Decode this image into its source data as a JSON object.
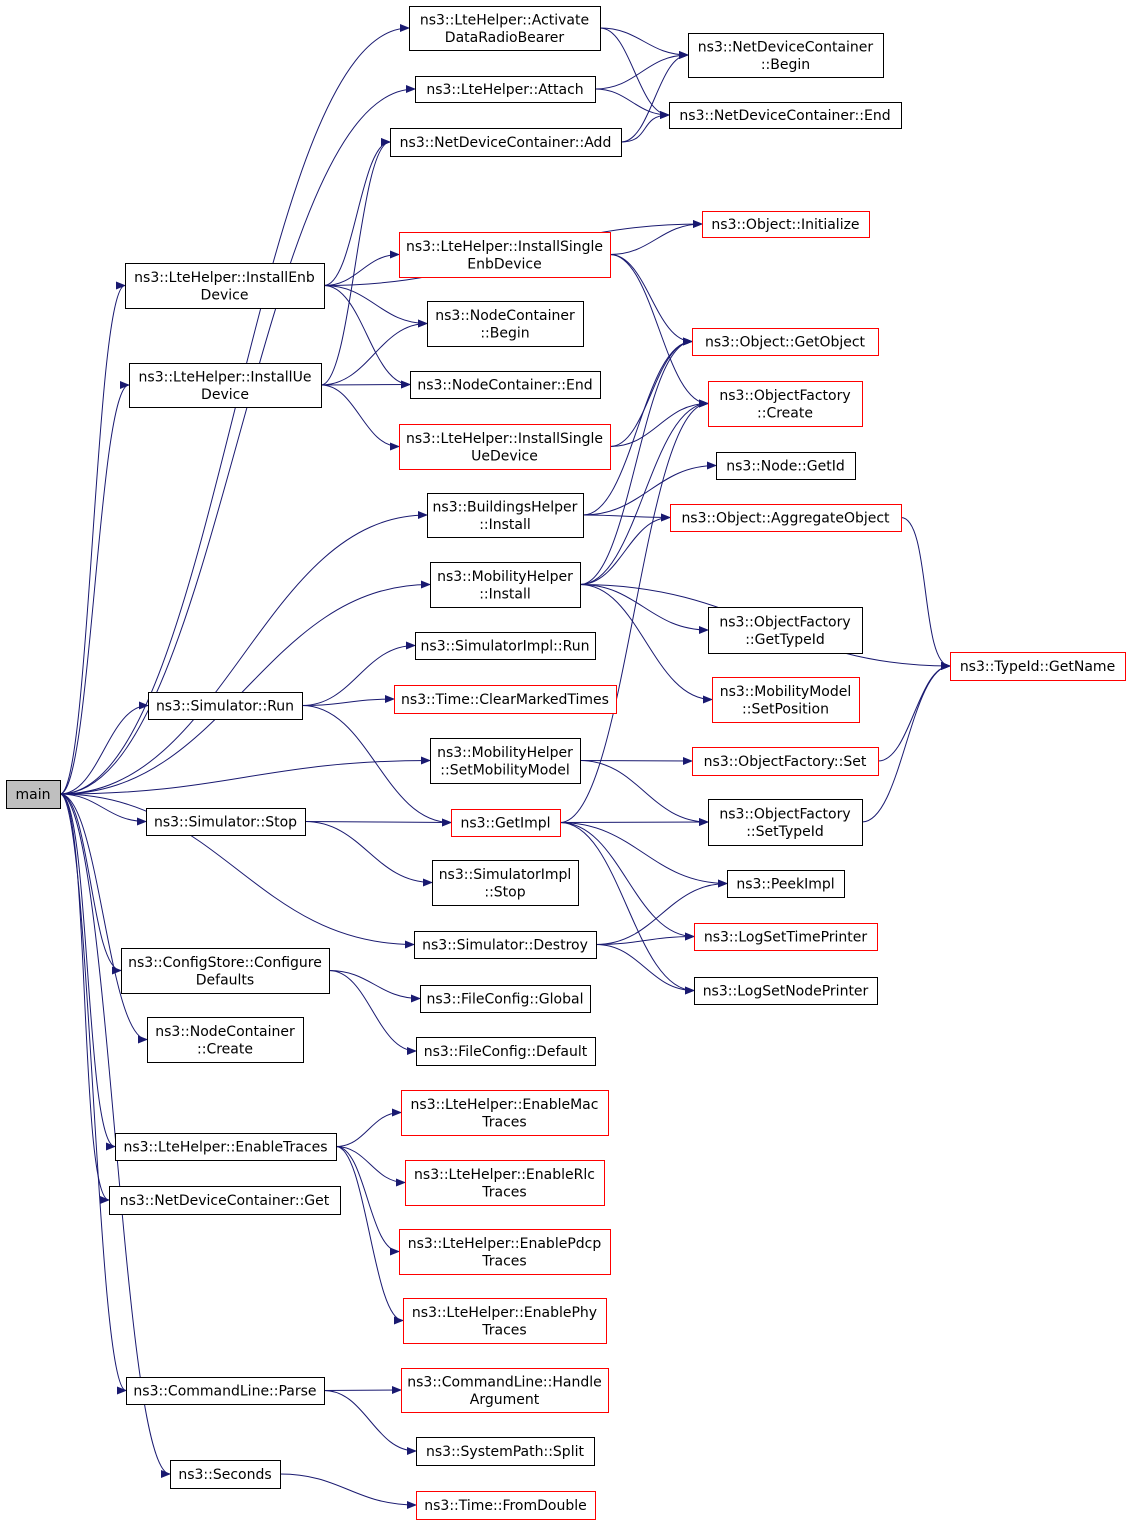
{
  "nodes": [
    {
      "id": "main",
      "lines": [
        "main"
      ],
      "style": "root"
    },
    {
      "id": "activate_drb",
      "lines": [
        "ns3::LteHelper::Activate",
        "DataRadioBearer"
      ],
      "style": "black"
    },
    {
      "id": "ndc_begin",
      "lines": [
        "ns3::NetDeviceContainer",
        "::Begin"
      ],
      "style": "black"
    },
    {
      "id": "lte_attach",
      "lines": [
        "ns3::LteHelper::Attach"
      ],
      "style": "black"
    },
    {
      "id": "ndc_end",
      "lines": [
        "ns3::NetDeviceContainer::End"
      ],
      "style": "black"
    },
    {
      "id": "ndc_add",
      "lines": [
        "ns3::NetDeviceContainer::Add"
      ],
      "style": "black"
    },
    {
      "id": "obj_init",
      "lines": [
        "ns3::Object::Initialize"
      ],
      "style": "red"
    },
    {
      "id": "install_single_enb",
      "lines": [
        "ns3::LteHelper::InstallSingle",
        "EnbDevice"
      ],
      "style": "red"
    },
    {
      "id": "install_enb",
      "lines": [
        "ns3::LteHelper::InstallEnb",
        "Device"
      ],
      "style": "black"
    },
    {
      "id": "nc_begin",
      "lines": [
        "ns3::NodeContainer",
        "::Begin"
      ],
      "style": "black"
    },
    {
      "id": "obj_getobject",
      "lines": [
        "ns3::Object::GetObject"
      ],
      "style": "red"
    },
    {
      "id": "install_ue",
      "lines": [
        "ns3::LteHelper::InstallUe",
        "Device"
      ],
      "style": "black"
    },
    {
      "id": "nc_end",
      "lines": [
        "ns3::NodeContainer::End"
      ],
      "style": "black"
    },
    {
      "id": "of_create",
      "lines": [
        "ns3::ObjectFactory",
        "::Create"
      ],
      "style": "red"
    },
    {
      "id": "install_single_ue",
      "lines": [
        "ns3::LteHelper::InstallSingle",
        "UeDevice"
      ],
      "style": "red"
    },
    {
      "id": "node_getid",
      "lines": [
        "ns3::Node::GetId"
      ],
      "style": "black"
    },
    {
      "id": "bh_install",
      "lines": [
        "ns3::BuildingsHelper",
        "::Install"
      ],
      "style": "black"
    },
    {
      "id": "obj_aggregate",
      "lines": [
        "ns3::Object::AggregateObject"
      ],
      "style": "red"
    },
    {
      "id": "mh_install",
      "lines": [
        "ns3::MobilityHelper",
        "::Install"
      ],
      "style": "black"
    },
    {
      "id": "of_gettypeid",
      "lines": [
        "ns3::ObjectFactory",
        "::GetTypeId"
      ],
      "style": "black"
    },
    {
      "id": "typeid_getname",
      "lines": [
        "ns3::TypeId::GetName"
      ],
      "style": "red"
    },
    {
      "id": "simimpl_run",
      "lines": [
        "ns3::SimulatorImpl::Run"
      ],
      "style": "black"
    },
    {
      "id": "sim_run",
      "lines": [
        "ns3::Simulator::Run"
      ],
      "style": "black"
    },
    {
      "id": "time_clear",
      "lines": [
        "ns3::Time::ClearMarkedTimes"
      ],
      "style": "red"
    },
    {
      "id": "mm_setpos",
      "lines": [
        "ns3::MobilityModel",
        "::SetPosition"
      ],
      "style": "red"
    },
    {
      "id": "mh_setmm",
      "lines": [
        "ns3::MobilityHelper",
        "::SetMobilityModel"
      ],
      "style": "black"
    },
    {
      "id": "of_set",
      "lines": [
        "ns3::ObjectFactory::Set"
      ],
      "style": "red"
    },
    {
      "id": "sim_stop",
      "lines": [
        "ns3::Simulator::Stop"
      ],
      "style": "black"
    },
    {
      "id": "getimpl",
      "lines": [
        "ns3::GetImpl"
      ],
      "style": "red"
    },
    {
      "id": "of_settypeid",
      "lines": [
        "ns3::ObjectFactory",
        "::SetTypeId"
      ],
      "style": "black"
    },
    {
      "id": "simimpl_stop",
      "lines": [
        "ns3::SimulatorImpl",
        "::Stop"
      ],
      "style": "black"
    },
    {
      "id": "peekimpl",
      "lines": [
        "ns3::PeekImpl"
      ],
      "style": "black"
    },
    {
      "id": "sim_destroy",
      "lines": [
        "ns3::Simulator::Destroy"
      ],
      "style": "black"
    },
    {
      "id": "log_timeprinter",
      "lines": [
        "ns3::LogSetTimePrinter"
      ],
      "style": "red"
    },
    {
      "id": "cs_configure",
      "lines": [
        "ns3::ConfigStore::Configure",
        "Defaults"
      ],
      "style": "black"
    },
    {
      "id": "log_nodeprinter",
      "lines": [
        "ns3::LogSetNodePrinter"
      ],
      "style": "black"
    },
    {
      "id": "fc_global",
      "lines": [
        "ns3::FileConfig::Global"
      ],
      "style": "black"
    },
    {
      "id": "nc_create",
      "lines": [
        "ns3::NodeContainer",
        "::Create"
      ],
      "style": "black"
    },
    {
      "id": "fc_default",
      "lines": [
        "ns3::FileConfig::Default"
      ],
      "style": "black"
    },
    {
      "id": "en_mac",
      "lines": [
        "ns3::LteHelper::EnableMac",
        "Traces"
      ],
      "style": "red"
    },
    {
      "id": "enable_traces",
      "lines": [
        "ns3::LteHelper::EnableTraces"
      ],
      "style": "black"
    },
    {
      "id": "en_rlc",
      "lines": [
        "ns3::LteHelper::EnableRlc",
        "Traces"
      ],
      "style": "red"
    },
    {
      "id": "ndc_get",
      "lines": [
        "ns3::NetDeviceContainer::Get"
      ],
      "style": "black"
    },
    {
      "id": "en_pdcp",
      "lines": [
        "ns3::LteHelper::EnablePdcp",
        "Traces"
      ],
      "style": "red"
    },
    {
      "id": "en_phy",
      "lines": [
        "ns3::LteHelper::EnablePhy",
        "Traces"
      ],
      "style": "red"
    },
    {
      "id": "cl_parse",
      "lines": [
        "ns3::CommandLine::Parse"
      ],
      "style": "black"
    },
    {
      "id": "cl_handle",
      "lines": [
        "ns3::CommandLine::Handle",
        "Argument"
      ],
      "style": "red"
    },
    {
      "id": "sp_split",
      "lines": [
        "ns3::SystemPath::Split"
      ],
      "style": "black"
    },
    {
      "id": "seconds",
      "lines": [
        "ns3::Seconds"
      ],
      "style": "black"
    },
    {
      "id": "time_fromdouble",
      "lines": [
        "ns3::Time::FromDouble"
      ],
      "style": "red"
    }
  ],
  "edges": [
    [
      "main",
      "activate_drb"
    ],
    [
      "main",
      "lte_attach"
    ],
    [
      "main",
      "install_enb"
    ],
    [
      "main",
      "install_ue"
    ],
    [
      "main",
      "bh_install"
    ],
    [
      "main",
      "mh_install"
    ],
    [
      "main",
      "sim_run"
    ],
    [
      "main",
      "mh_setmm"
    ],
    [
      "main",
      "sim_stop"
    ],
    [
      "main",
      "sim_destroy"
    ],
    [
      "main",
      "cs_configure"
    ],
    [
      "main",
      "nc_create"
    ],
    [
      "main",
      "enable_traces"
    ],
    [
      "main",
      "ndc_get"
    ],
    [
      "main",
      "cl_parse"
    ],
    [
      "main",
      "seconds"
    ],
    [
      "activate_drb",
      "ndc_begin"
    ],
    [
      "activate_drb",
      "ndc_end"
    ],
    [
      "lte_attach",
      "ndc_begin"
    ],
    [
      "lte_attach",
      "ndc_end"
    ],
    [
      "ndc_add",
      "ndc_begin"
    ],
    [
      "ndc_add",
      "ndc_end"
    ],
    [
      "install_enb",
      "ndc_add"
    ],
    [
      "install_enb",
      "obj_init"
    ],
    [
      "install_enb",
      "install_single_enb"
    ],
    [
      "install_enb",
      "nc_begin"
    ],
    [
      "install_enb",
      "nc_end"
    ],
    [
      "install_single_enb",
      "obj_init"
    ],
    [
      "install_single_enb",
      "obj_getobject"
    ],
    [
      "install_single_enb",
      "of_create"
    ],
    [
      "install_ue",
      "ndc_add"
    ],
    [
      "install_ue",
      "nc_begin"
    ],
    [
      "install_ue",
      "nc_end"
    ],
    [
      "install_ue",
      "install_single_ue"
    ],
    [
      "install_single_ue",
      "obj_getobject"
    ],
    [
      "install_single_ue",
      "of_create"
    ],
    [
      "bh_install",
      "obj_getobject"
    ],
    [
      "bh_install",
      "node_getid"
    ],
    [
      "bh_install",
      "obj_aggregate"
    ],
    [
      "mh_install",
      "obj_getobject"
    ],
    [
      "mh_install",
      "of_create"
    ],
    [
      "mh_install",
      "obj_aggregate"
    ],
    [
      "mh_install",
      "typeid_getname"
    ],
    [
      "mh_install",
      "of_gettypeid"
    ],
    [
      "mh_install",
      "mm_setpos"
    ],
    [
      "obj_aggregate",
      "typeid_getname"
    ],
    [
      "sim_run",
      "simimpl_run"
    ],
    [
      "sim_run",
      "time_clear"
    ],
    [
      "sim_run",
      "getimpl"
    ],
    [
      "mh_setmm",
      "of_set"
    ],
    [
      "mh_setmm",
      "of_settypeid"
    ],
    [
      "of_set",
      "typeid_getname"
    ],
    [
      "of_settypeid",
      "typeid_getname"
    ],
    [
      "sim_stop",
      "getimpl"
    ],
    [
      "sim_stop",
      "simimpl_stop"
    ],
    [
      "getimpl",
      "of_create"
    ],
    [
      "getimpl",
      "of_settypeid"
    ],
    [
      "getimpl",
      "peekimpl"
    ],
    [
      "getimpl",
      "log_timeprinter"
    ],
    [
      "getimpl",
      "log_nodeprinter"
    ],
    [
      "sim_destroy",
      "peekimpl"
    ],
    [
      "sim_destroy",
      "log_timeprinter"
    ],
    [
      "sim_destroy",
      "log_nodeprinter"
    ],
    [
      "cs_configure",
      "fc_global"
    ],
    [
      "cs_configure",
      "fc_default"
    ],
    [
      "enable_traces",
      "en_mac"
    ],
    [
      "enable_traces",
      "en_rlc"
    ],
    [
      "enable_traces",
      "en_pdcp"
    ],
    [
      "enable_traces",
      "en_phy"
    ],
    [
      "cl_parse",
      "cl_handle"
    ],
    [
      "cl_parse",
      "sp_split"
    ],
    [
      "seconds",
      "time_fromdouble"
    ]
  ],
  "colors": {
    "edge": "#191970",
    "box": "#000000",
    "box_highlight": "#ff0000",
    "root_fill": "#bfbfbf"
  }
}
